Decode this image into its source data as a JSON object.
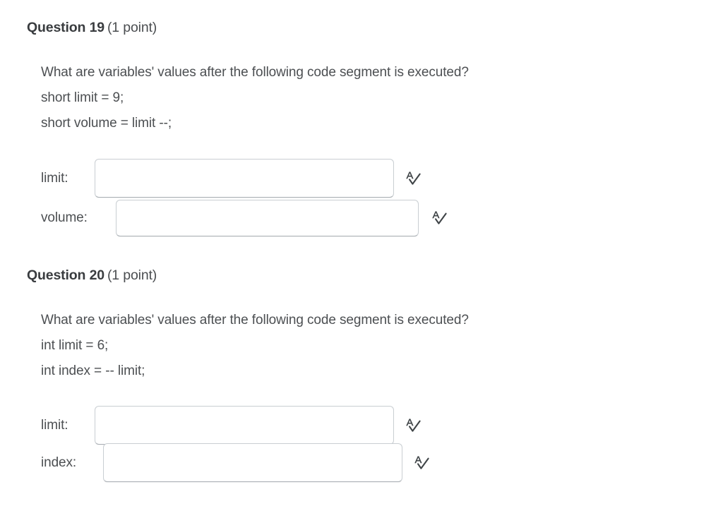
{
  "page": {
    "background": "#ffffff",
    "text_color": "#4c4f52",
    "heading_color": "#393c3f",
    "input_border_color": "#c9ced2",
    "icon_color": "#3f4447"
  },
  "questions": [
    {
      "number_label": "Question 19",
      "points_label": "(1 point)",
      "prompt_lines": [
        "What are variables' values after the following code segment is executed?",
        "short limit = 9;",
        "short volume = limit --;"
      ],
      "answers": [
        {
          "label": "limit:",
          "value": "",
          "placeholder": "",
          "icon": "spellcheck-icon"
        },
        {
          "label": "volume:",
          "value": "",
          "placeholder": "",
          "icon": "spellcheck-icon"
        }
      ]
    },
    {
      "number_label": "Question 20",
      "points_label": "(1 point)",
      "prompt_lines": [
        "What are variables' values after the following code segment is executed?",
        "int limit = 6;",
        "int index = -- limit;"
      ],
      "answers": [
        {
          "label": "limit:",
          "value": "",
          "placeholder": "",
          "icon": "spellcheck-icon"
        },
        {
          "label": "index:",
          "value": "",
          "placeholder": "",
          "icon": "spellcheck-icon"
        }
      ]
    }
  ]
}
